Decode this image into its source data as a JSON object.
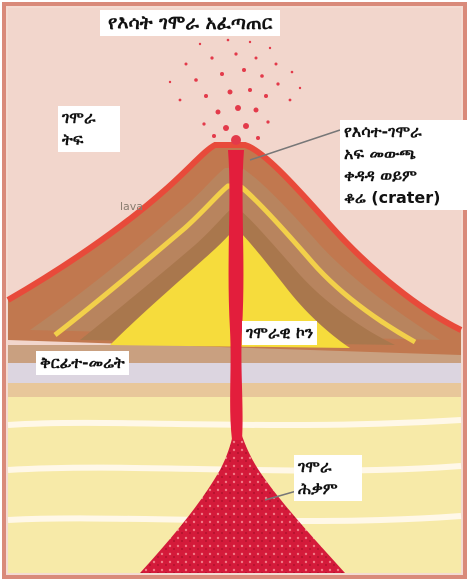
{
  "title": "የእሳት ገሞራ አፈጣጠር",
  "labels": {
    "ash_cloud": "ገሞራ\nትፍ",
    "crater": "የእሳተ-ገሞራ\nአፍ መውጫ\nቀዳዳ ወይም\nቆሬ (crater)",
    "pipe": "ገሞራዊ ኮን",
    "crust": "ቅርፊተ-መሬት",
    "magma": "ገሞራ\nሕቃም"
  },
  "side_text": "lava",
  "colors": {
    "frame": "#d98a7a",
    "lava": "#e31e3c",
    "magma_dark": "#c8102e",
    "sky": "#f2d3c8",
    "yellow_core": "#f6dc3c",
    "brown_band": "#c68a5a",
    "ground_yellow": "#f7eaa8",
    "stripe": "#dcd5e0"
  }
}
